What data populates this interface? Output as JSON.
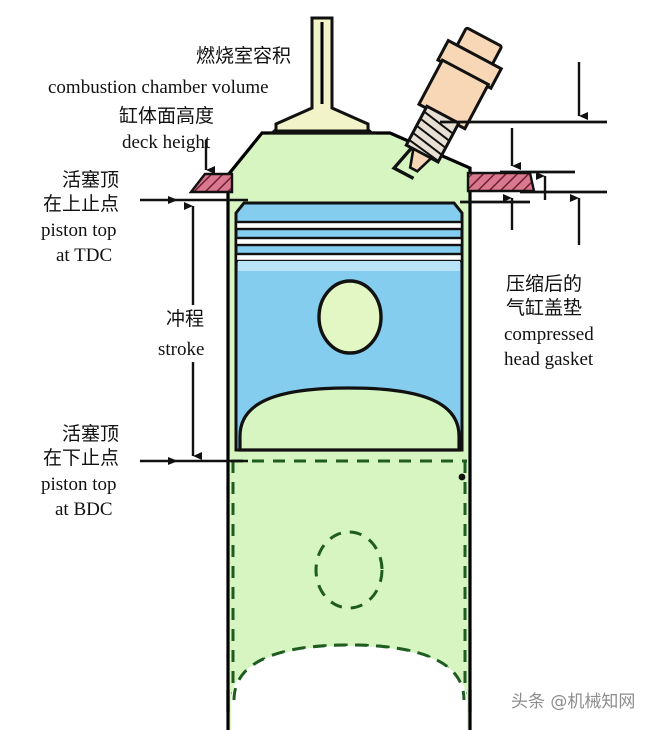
{
  "figure": {
    "title_semantic": "engine-cylinder-piston-cross-section",
    "labels": {
      "combustion_chamber_cn": "燃烧室容积",
      "combustion_chamber_en": "combustion chamber volume",
      "deck_height_cn": "缸体面高度",
      "deck_height_en": "deck height",
      "piston_tdc_cn_line1": "活塞顶",
      "piston_tdc_cn_line2": "在上止点",
      "piston_tdc_en_line1": "piston top",
      "piston_tdc_en_line2": "at TDC",
      "piston_bdc_cn_line1": "活塞顶",
      "piston_bdc_cn_line2": "在下止点",
      "piston_bdc_en_line1": "piston top",
      "piston_bdc_en_line2": "at BDC",
      "stroke_cn": "冲程",
      "stroke_en": "stroke",
      "head_gasket_cn_line1": "压缩后的",
      "head_gasket_cn_line2": "气缸盖垫",
      "head_gasket_en_line1": "compressed",
      "head_gasket_en_line2": "head gasket"
    },
    "parts": {
      "cylinder_block": "cylinder-block",
      "piston": "piston",
      "piston_rings": "piston-rings",
      "piston_pin_bore": "piston-pin-bore",
      "valve": "intake-valve",
      "spark_plug": "spark-plug",
      "head_gasket_left": "head-gasket-left",
      "head_gasket_right": "head-gasket-right",
      "piston_bdc_outline": "piston-outline-at-bdc"
    },
    "colors": {
      "block_green": "#d6f5c0",
      "piston_blue": "#85cdee",
      "piston_blue_light": "#a8dcf3",
      "gasket_pink": "#d9788f",
      "valve_yellow": "#f2f3c8",
      "spark_plug_tan": "#f7d7b5",
      "spark_plug_thread": "#e8e0d4",
      "pin_bore_green": "#e2f7c4",
      "outline_black": "#111111",
      "watermark_gray": "#8d8d8d"
    },
    "watermark": "头条 @机械知网"
  }
}
